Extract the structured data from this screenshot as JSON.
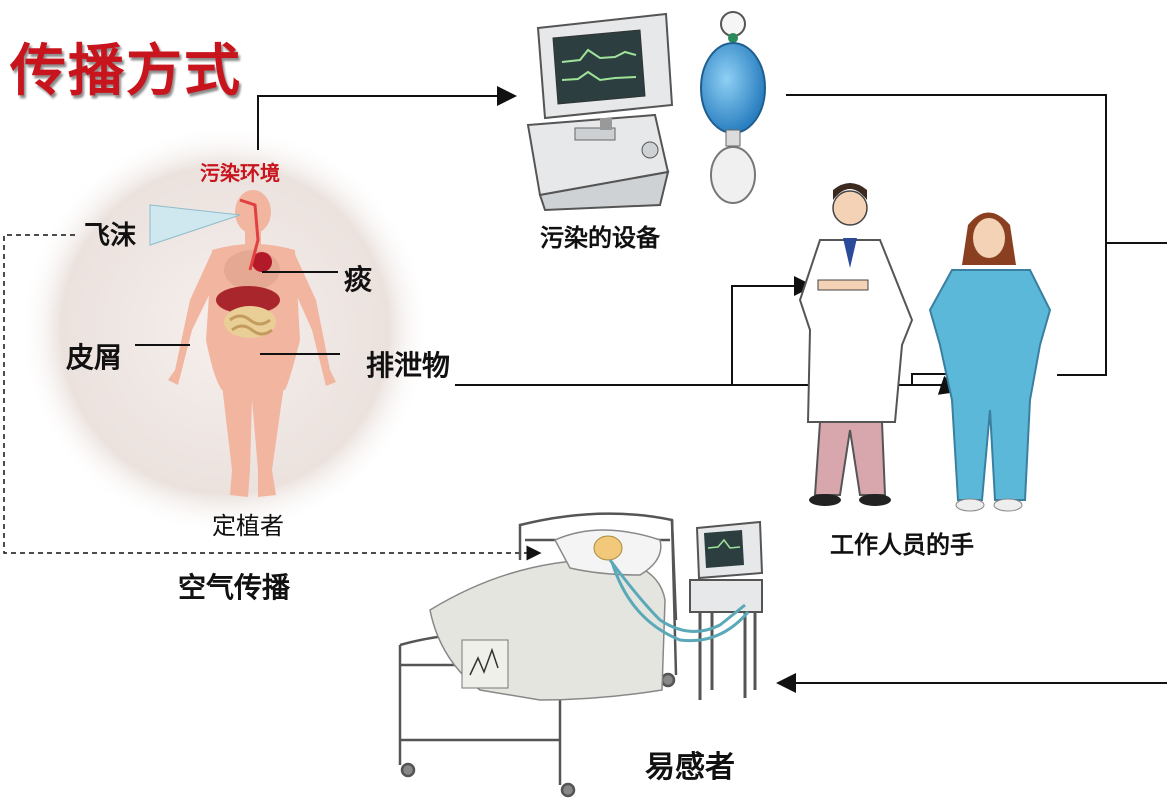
{
  "title": "传播方式",
  "labels": {
    "contaminated_environment": "污染环境",
    "droplets": "飞沫",
    "sputum": "痰",
    "skin_dander": "皮屑",
    "excreta": "排泄物",
    "colonizer": "定植者",
    "contaminated_equipment": "污染的设备",
    "staff_hands": "工作人员的手",
    "airborne": "空气传播",
    "susceptible_host": "易感者"
  },
  "colors": {
    "title_red": "#c8141c",
    "arrow": "#111111",
    "body_skin": "#f2b5a0",
    "circle_bg": "#efe7e4",
    "scrub_blue": "#5bb8d8"
  }
}
